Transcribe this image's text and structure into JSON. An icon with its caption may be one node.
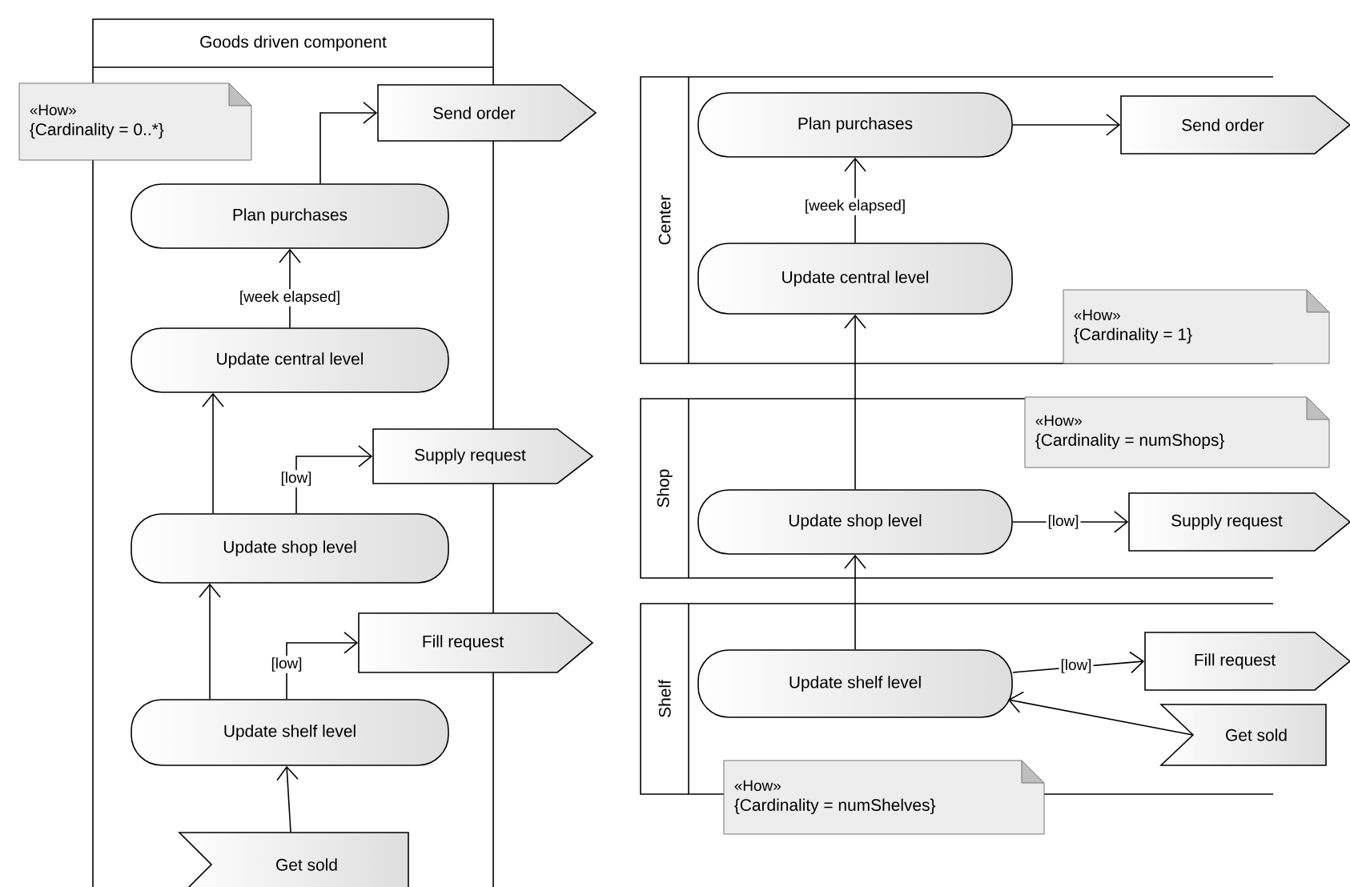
{
  "diagram": {
    "nodes": [
      {
        "text": [
          "Goods driven component"
        ]
      },
      {
        "text": [
          "«How»",
          "{Cardinality = 0..*}"
        ]
      },
      {
        "text": [
          "Send order"
        ]
      },
      {
        "text": [
          "Plan purchases"
        ],
        "in": 0
      },
      {
        "text": [
          "Update central level"
        ],
        "in": 0
      },
      {
        "text": [
          "Supply request"
        ]
      },
      {
        "text": [
          "Update shop level"
        ],
        "in": 0
      },
      {
        "text": [
          "Fill request"
        ]
      },
      {
        "text": [
          "Update shelf level"
        ],
        "in": 0
      },
      {
        "text": [
          "Get sold"
        ],
        "in": 0
      },
      {
        "text": [
          "Center"
        ]
      },
      {
        "text": [
          "Plan purchases"
        ],
        "in": 10
      },
      {
        "text": [
          "Send order"
        ]
      },
      {
        "text": [
          "Update central level"
        ],
        "in": 10
      },
      {
        "text": [
          "«How»",
          "{Cardinality = 1}"
        ]
      },
      {
        "text": [
          "Shop"
        ]
      },
      {
        "text": [
          "«How»",
          "{Cardinality = numShops}"
        ]
      },
      {
        "text": [
          "Update shop level"
        ],
        "in": 15
      },
      {
        "text": [
          "Supply request"
        ]
      },
      {
        "text": [
          "Shelf"
        ]
      },
      {
        "text": [
          "Update shelf level"
        ],
        "in": 19
      },
      {
        "text": [
          "Fill request"
        ]
      },
      {
        "text": [
          "Get sold"
        ]
      },
      {
        "text": [
          "«How»",
          "{Cardinality = numShelves}"
        ]
      }
    ],
    "edges": [
      {
        "from": 4,
        "to": 3,
        "arrow": "to",
        "label": "[week elapsed]"
      },
      {
        "from": 3,
        "to": 2,
        "arrow": "to"
      },
      {
        "from": 6,
        "to": 4,
        "arrow": "to"
      },
      {
        "from": 6,
        "to": 5,
        "arrow": "to",
        "label": "[low]"
      },
      {
        "from": 8,
        "to": 6,
        "arrow": "to"
      },
      {
        "from": 8,
        "to": 7,
        "arrow": "to",
        "label": "[low]"
      },
      {
        "from": 9,
        "to": 8,
        "arrow": "to"
      },
      {
        "from": 11,
        "to": 12,
        "arrow": "to"
      },
      {
        "from": 13,
        "to": 11,
        "arrow": "to",
        "label": "[week elapsed]"
      },
      {
        "from": 17,
        "to": 13,
        "arrow": "to"
      },
      {
        "from": 17,
        "to": 18,
        "arrow": "to",
        "label": "[low]"
      },
      {
        "from": 20,
        "to": 17,
        "arrow": "to"
      },
      {
        "from": 20,
        "to": 21,
        "arrow": "to",
        "label": "[low]"
      },
      {
        "from": 22,
        "to": 20,
        "arrow": "to"
      }
    ]
  }
}
